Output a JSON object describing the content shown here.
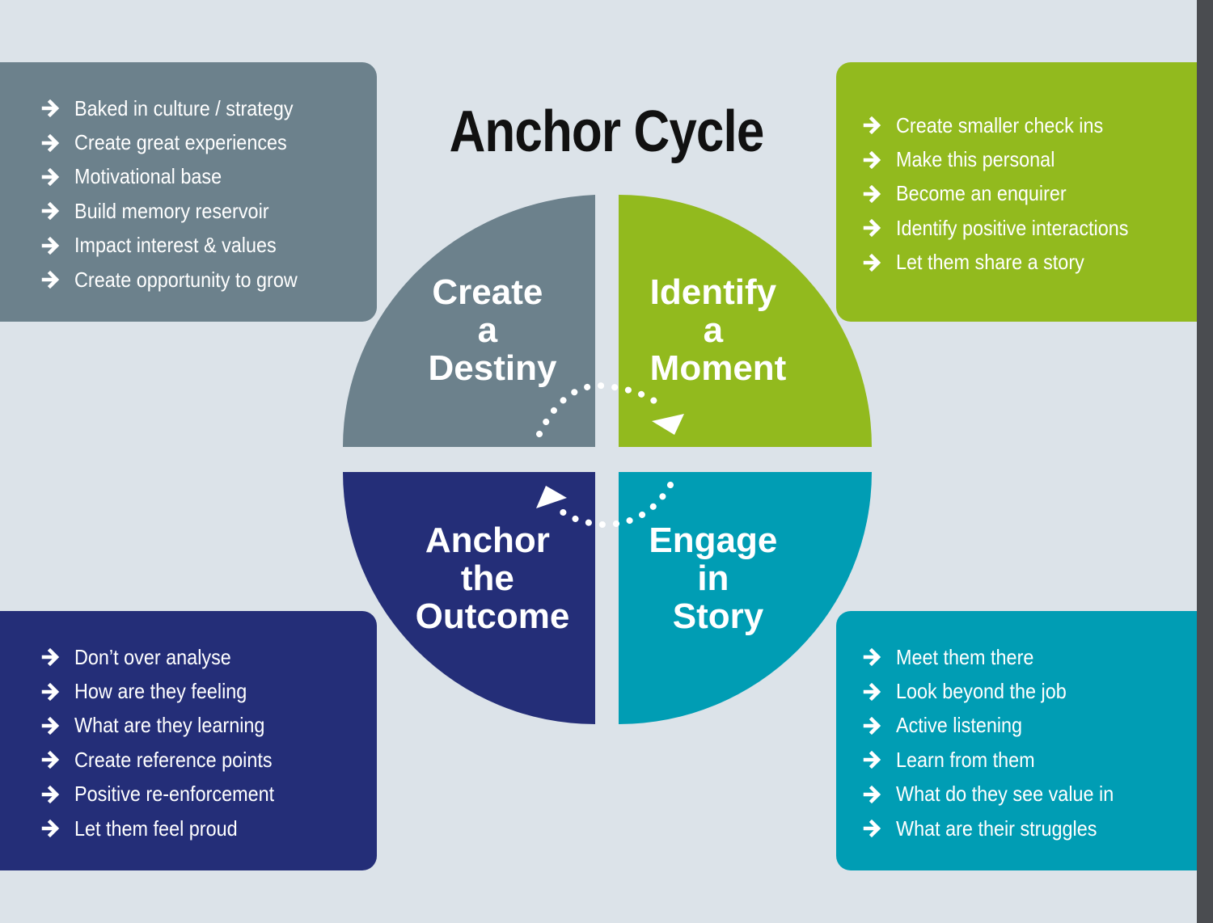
{
  "title": "Anchor Cycle",
  "quadrants": {
    "top_left": {
      "lines": [
        "Create",
        "a",
        "Destiny"
      ],
      "color": "#6c818c"
    },
    "top_right": {
      "lines": [
        "Identify",
        "a",
        "Moment"
      ],
      "color": "#92ba1e"
    },
    "bottom_left": {
      "lines": [
        "Anchor",
        "the",
        "Outcome"
      ],
      "color": "#242e78"
    },
    "bottom_right": {
      "lines": [
        "Engage",
        "in",
        "Story"
      ],
      "color": "#009db4"
    }
  },
  "panels": {
    "top_left": {
      "items": [
        "Baked in culture / strategy",
        "Create great experiences",
        "Motivational base",
        "Build memory reservoir",
        "Impact interest & values",
        "Create opportunity to grow"
      ]
    },
    "top_right": {
      "items": [
        "Create smaller check ins",
        "Make this personal",
        "Become an enquirer",
        "Identify positive interactions",
        "Let them share a story"
      ]
    },
    "bottom_left": {
      "items": [
        "Don’t over analyse",
        "How are they feeling",
        "What are they learning",
        "Create reference points",
        "Positive re-enforcement",
        "Let them feel proud"
      ]
    },
    "bottom_right": {
      "items": [
        "Meet them there",
        "Look beyond the job",
        "Active listening",
        "Learn from them",
        "What do they see value in",
        "What are their struggles"
      ]
    }
  },
  "icons": {
    "bullet": "arrow-right-icon",
    "cycle": "dotted-curved-arrow-icon"
  },
  "colors": {
    "background": "#dce3e9",
    "title": "#111111",
    "text_on_panel": "#ffffff"
  }
}
